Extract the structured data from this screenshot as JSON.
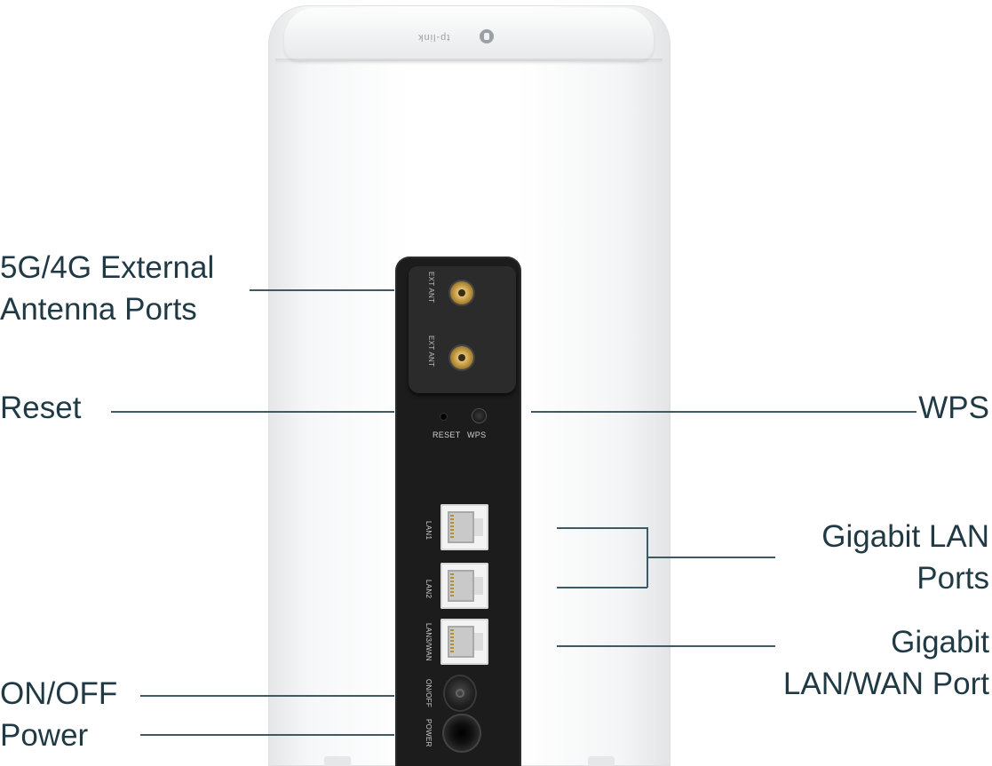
{
  "device": {
    "brand_logo": "tp-link",
    "panel_labels": {
      "ext_ant_1": "EXT ANT",
      "ext_ant_2": "EXT ANT",
      "reset": "RESET",
      "wps": "WPS",
      "lan1": "LAN1",
      "lan2": "LAN2",
      "lan3_wan": "LAN3/WAN",
      "on_off": "ON/OFF",
      "power": "POWER"
    }
  },
  "callouts": {
    "antenna_line1": "5G/4G External",
    "antenna_line2": "Antenna Ports",
    "reset": "Reset",
    "wps": "WPS",
    "lan_line1": "Gigabit LAN",
    "lan_line2": "Ports",
    "lanwan_line1": "Gigabit",
    "lanwan_line2": "LAN/WAN Port",
    "onoff": "ON/OFF",
    "power": "Power"
  },
  "colors": {
    "callout_text": "#1f3a44",
    "callout_line": "#3d5a66",
    "panel": "#1c1c1c",
    "body": "#ffffff"
  }
}
